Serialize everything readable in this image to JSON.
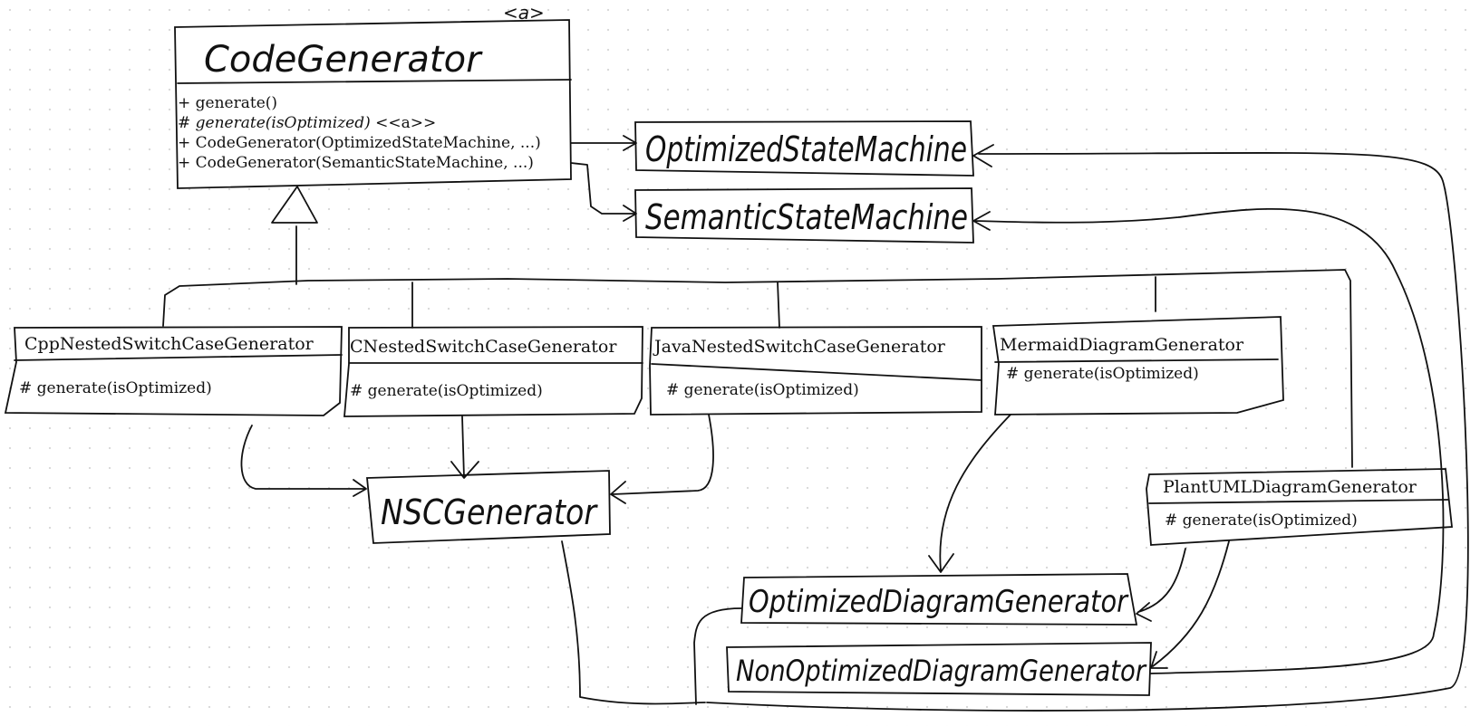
{
  "code_generator": {
    "title": "CodeGenerator",
    "stereotype_mark": "<a>",
    "members": [
      {
        "text": "+ generate()",
        "italic": false
      },
      {
        "text": "# generate(isOptimized)",
        "italic": true,
        "suffix": " <<a>>"
      },
      {
        "text": "+ CodeGenerator(OptimizedStateMachine, ...)",
        "italic": false
      },
      {
        "text": "+ CodeGenerator(SemanticStateMachine, ...)",
        "italic": false
      }
    ]
  },
  "optimized_state_machine": {
    "title": "OptimizedStateMachine"
  },
  "semantic_state_machine": {
    "title": "SemanticStateMachine"
  },
  "cpp_generator": {
    "title": "CppNestedSwitchCaseGenerator",
    "member": "# generate(isOptimized)"
  },
  "c_generator": {
    "title": "CNestedSwitchCaseGenerator",
    "member": "# generate(isOptimized)"
  },
  "java_generator": {
    "title": "JavaNestedSwitchCaseGenerator",
    "member": "# generate(isOptimized)"
  },
  "mermaid_generator": {
    "title": "MermaidDiagramGenerator",
    "member": "# generate(isOptimized)"
  },
  "plantuml_generator": {
    "title": "PlantUMLDiagramGenerator",
    "member": "# generate(isOptimized)"
  },
  "nsc_generator": {
    "title": "NSCGenerator"
  },
  "optimized_diagram_generator": {
    "title": "OptimizedDiagramGenerator"
  },
  "non_optimized_diagram_generator": {
    "title": "NonOptimizedDiagramGenerator"
  }
}
